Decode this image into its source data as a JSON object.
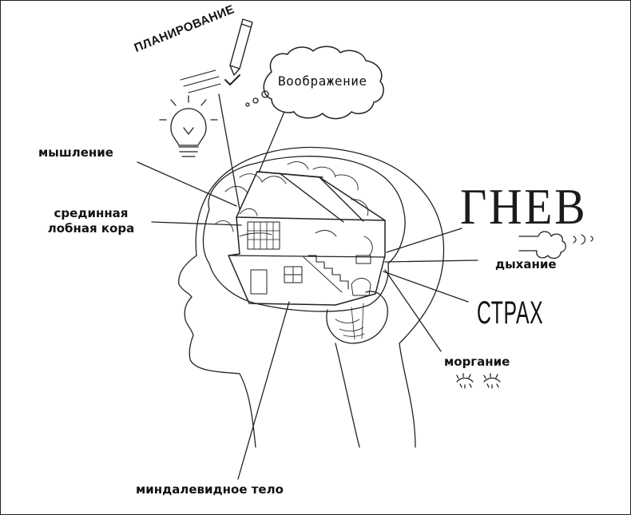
{
  "labels": {
    "planning": "ПЛАНИРОВАНИЕ",
    "imagination": "Воображение",
    "thinking": "мышление",
    "prefrontal_line1": "срединная",
    "prefrontal_line2": "лобная кора",
    "breathing": "дыхание",
    "fear": "СТРАХ",
    "anger": "ГНЕВ",
    "blinking": "моргание",
    "amygdala": "миндалевидное тело"
  }
}
